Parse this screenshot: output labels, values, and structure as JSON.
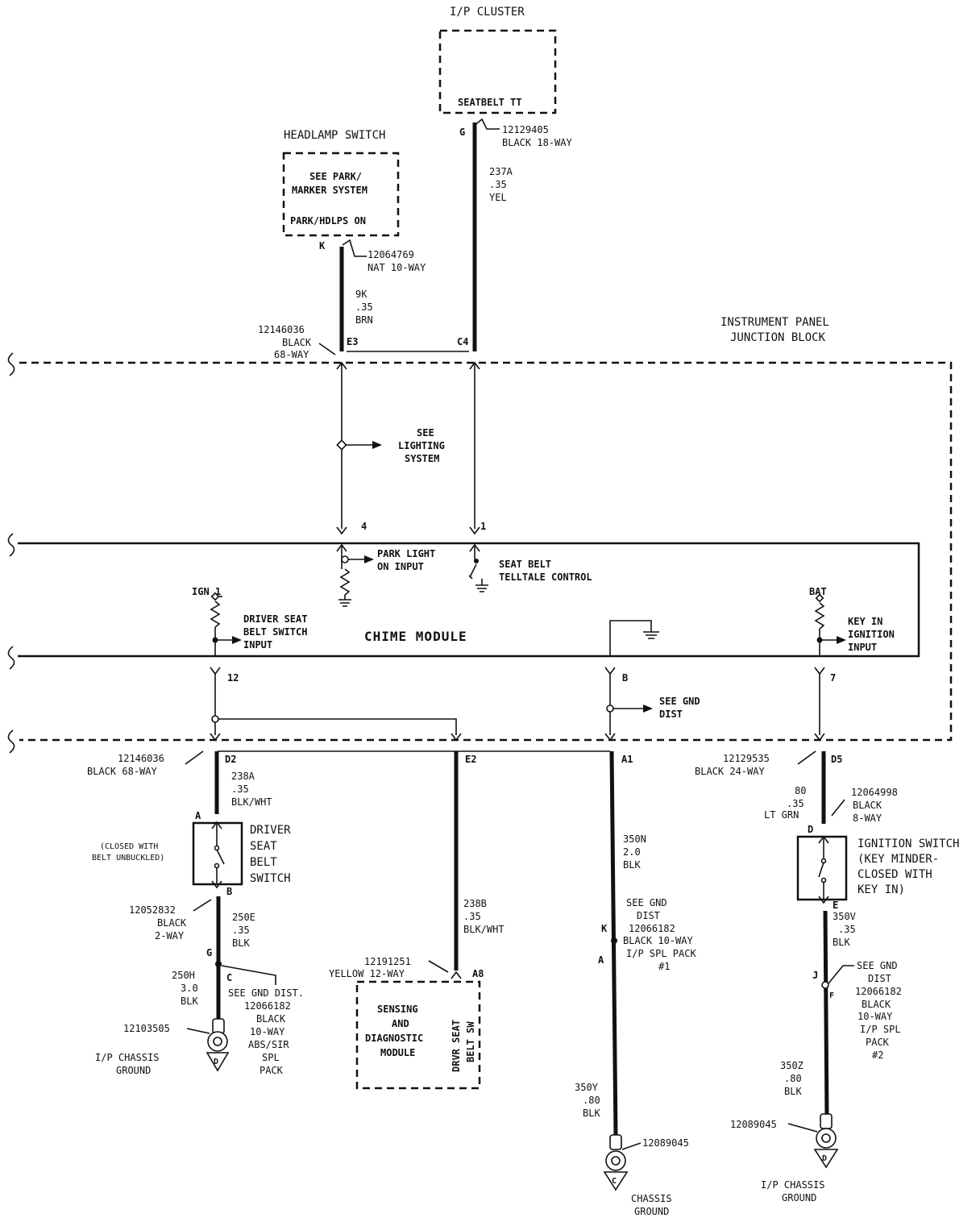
{
  "components": {
    "ip_cluster": {
      "title": "I/P CLUSTER",
      "content": "SEATBELT TT"
    },
    "headlamp_switch": {
      "title": "HEADLAMP SWITCH",
      "content_1": "SEE PARK/",
      "content_2": "MARKER SYSTEM",
      "content_3": "PARK/HDLPS ON"
    },
    "junction_block": {
      "title_1": "INSTRUMENT PANEL",
      "title_2": "JUNCTION BLOCK"
    },
    "chime_module": {
      "title": "CHIME MODULE"
    },
    "driver_seat_belt_switch": {
      "line_1": "DRIVER",
      "line_2": "SEAT",
      "line_3": "BELT",
      "line_4": "SWITCH",
      "note_1": "(CLOSED WITH",
      "note_2": "BELT UNBUCKLED)"
    },
    "ignition_switch": {
      "line_1": "IGNITION SWITCH",
      "line_2": "(KEY MINDER-",
      "line_3": "CLOSED WITH",
      "line_4": "KEY IN)"
    },
    "sdm": {
      "line_1": "SENSING",
      "line_2": "AND",
      "line_3": "DIAGNOSTIC",
      "line_4": "MODULE",
      "side_1": "DRVR SEAT",
      "side_2": "BELT SW"
    }
  },
  "connectors": {
    "c_12129405": {
      "pin": "G",
      "line_1": "12129405",
      "line_2": "BLACK 18-WAY"
    },
    "c_12064769": {
      "pin": "K",
      "line_1": "12064769",
      "line_2": "NAT 10-WAY"
    },
    "c_12146036_top": {
      "line_1": "12146036",
      "line_2": "BLACK",
      "line_3": "68-WAY",
      "pin_a": "E3",
      "pin_b": "C4"
    },
    "c_12146036_bottom": {
      "line_1": "12146036",
      "line_2": "BLACK 68-WAY",
      "pin_a": "D2",
      "pin_b": "E2",
      "pin_c": "A1"
    },
    "c_12129535": {
      "line_1": "12129535",
      "line_2": "BLACK 24-WAY",
      "pin": "D5"
    },
    "c_12064998": {
      "line_1": "12064998",
      "line_2": "BLACK",
      "line_3": "8-WAY",
      "pin_top": "D",
      "pin_bottom": "E"
    },
    "c_12052832": {
      "line_1": "12052832",
      "line_2": "BLACK",
      "line_3": "2-WAY",
      "pin_top": "A",
      "pin_bottom": "B"
    },
    "c_12191251": {
      "line_1": "12191251",
      "line_2": "YELLOW 12-WAY",
      "pin": "A8"
    }
  },
  "wires": {
    "w_237a": {
      "circuit": "237A",
      "gauge": ".35",
      "color": "YEL"
    },
    "w_9k": {
      "circuit": "9K",
      "gauge": ".35",
      "color": "BRN"
    },
    "w_238a": {
      "circuit": "238A",
      "gauge": ".35",
      "color": "BLK/WHT"
    },
    "w_238b": {
      "circuit": "238B",
      "gauge": ".35",
      "color": "BLK/WHT"
    },
    "w_250e": {
      "circuit": "250E",
      "gauge": ".35",
      "color": "BLK"
    },
    "w_250h": {
      "circuit": "250H",
      "gauge": "3.0",
      "color": "BLK"
    },
    "w_350n": {
      "circuit": "350N",
      "gauge": "2.0",
      "color": "BLK"
    },
    "w_350y": {
      "circuit": "350Y",
      "gauge": ".80",
      "color": "BLK"
    },
    "w_80": {
      "circuit": "80",
      "gauge": ".35",
      "color": "LT GRN"
    },
    "w_350v": {
      "circuit": "350V",
      "gauge": ".35",
      "color": "BLK"
    },
    "w_350z": {
      "circuit": "350Z",
      "gauge": ".80",
      "color": "BLK"
    }
  },
  "internal": {
    "see_lighting_1": "SEE",
    "see_lighting_2": "LIGHTING",
    "see_lighting_3": "SYSTEM",
    "pin_4": "4",
    "pin_1": "1",
    "park_light_1": "PARK LIGHT",
    "park_light_2": "ON INPUT",
    "seat_belt_1": "SEAT BELT",
    "seat_belt_2": "TELLTALE CONTROL",
    "ign_1": "IGN 1",
    "bat": "BAT",
    "driver_input_1": "DRIVER SEAT",
    "driver_input_2": "BELT SWITCH",
    "driver_input_3": "INPUT",
    "key_in_1": "KEY IN",
    "key_in_2": "IGNITION",
    "key_in_3": "INPUT",
    "pin_12": "12",
    "pin_b": "B",
    "pin_7": "7",
    "see_gnd_1": "SEE GND",
    "see_gnd_2": "DIST"
  },
  "splices": {
    "left": {
      "pin_g": "G",
      "pin_c": "C",
      "line_1": "SEE GND DIST.",
      "line_2": "12066182",
      "line_3": "BLACK",
      "line_4": "10-WAY",
      "line_5": "ABS/SIR",
      "line_6": "SPL",
      "line_7": "PACK"
    },
    "middle": {
      "pin_k": "K",
      "pin_a": "A",
      "line_1": "SEE GND",
      "line_2": "DIST",
      "line_3": "12066182",
      "line_4": "BLACK 10-WAY",
      "line_5": "I/P SPL PACK",
      "line_6": "#1"
    },
    "right": {
      "pin_j": "J",
      "pin_f": "F",
      "line_1": "SEE GND",
      "line_2": "DIST",
      "line_3": "12066182",
      "line_4": "BLACK",
      "line_5": "10-WAY",
      "line_6": "I/P SPL",
      "line_7": "PACK",
      "line_8": "#2"
    }
  },
  "grounds": {
    "left": {
      "part": "12103505",
      "letter": "D",
      "label_1": "I/P CHASSIS",
      "label_2": "GROUND"
    },
    "middle": {
      "part": "12089045",
      "letter": "C",
      "label_1": "CHASSIS",
      "label_2": "GROUND"
    },
    "right": {
      "part": "12089045",
      "letter": "D",
      "label_1": "I/P CHASSIS",
      "label_2": "GROUND"
    }
  }
}
